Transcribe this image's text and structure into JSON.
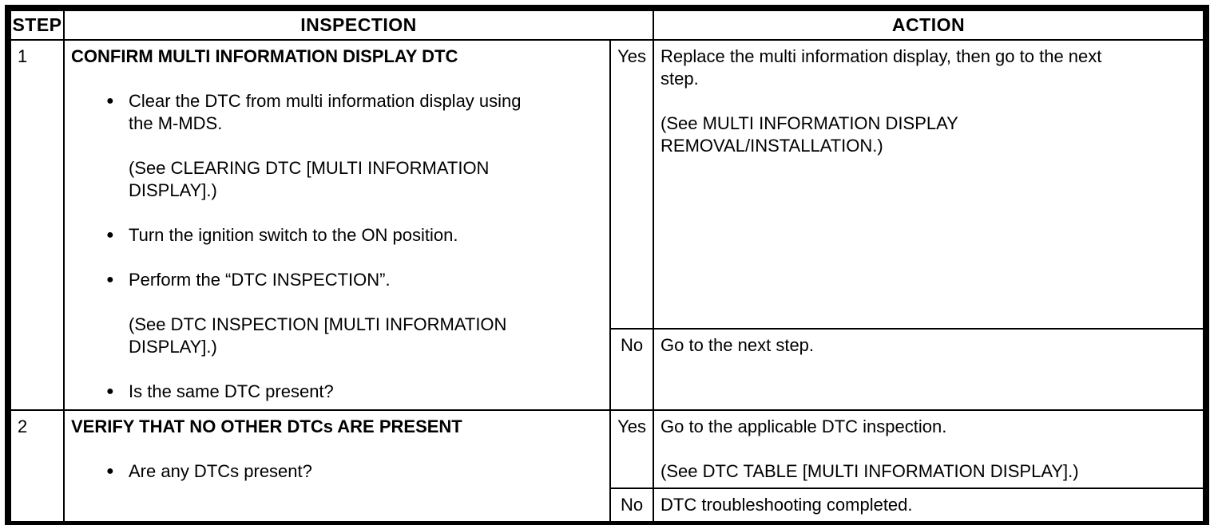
{
  "table": {
    "bullet_glyph": "●",
    "headers": {
      "step": "STEP",
      "inspection": "INSPECTION",
      "action": "ACTION"
    },
    "steps": [
      {
        "number": "1",
        "title": "CONFIRM MULTI INFORMATION DISPLAY DTC",
        "inspection_items": [
          {
            "type": "bullet",
            "text": "Clear the DTC from multi information display using the M-MDS."
          },
          {
            "type": "note",
            "text": "(See CLEARING DTC [MULTI INFORMATION DISPLAY].)"
          },
          {
            "type": "bullet",
            "text": "Turn the ignition switch to the ON position."
          },
          {
            "type": "bullet",
            "text": "Perform the “DTC INSPECTION”."
          },
          {
            "type": "note",
            "text": "(See DTC INSPECTION [MULTI INFORMATION DISPLAY].)"
          },
          {
            "type": "bullet",
            "text": "Is the same DTC present?"
          }
        ],
        "yes": {
          "label": "Yes",
          "paragraphs": [
            "Replace the multi information display, then go to the next step.",
            "(See MULTI INFORMATION DISPLAY REMOVAL/INSTALLATION.)"
          ]
        },
        "no": {
          "label": "No",
          "paragraphs": [
            "Go to the next step."
          ]
        }
      },
      {
        "number": "2",
        "title": "VERIFY THAT NO OTHER DTCs ARE PRESENT",
        "inspection_items": [
          {
            "type": "bullet",
            "text": "Are any DTCs present?"
          }
        ],
        "yes": {
          "label": "Yes",
          "paragraphs": [
            "Go to the applicable DTC inspection.",
            "(See DTC TABLE [MULTI INFORMATION DISPLAY].)"
          ]
        },
        "no": {
          "label": "No",
          "paragraphs": [
            "DTC troubleshooting completed."
          ]
        }
      }
    ]
  }
}
